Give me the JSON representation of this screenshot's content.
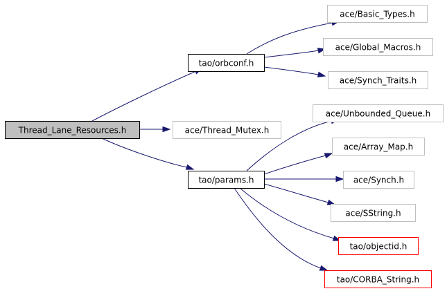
{
  "diagram": {
    "title": "",
    "colors": {
      "edge": "#191970",
      "root_fill": "#bfbfbf",
      "default_border": "#000000",
      "external_border": "#bfbfbf",
      "missing_border": "#ff0000",
      "node_fill": "#ffffff",
      "text": "#000000"
    },
    "nodes": [
      {
        "id": "thread_lane_resources",
        "label": "Thread_Lane_Resources.h",
        "style": "root"
      },
      {
        "id": "orbconf",
        "label": "tao/orbconf.h",
        "style": "default"
      },
      {
        "id": "thread_mutex",
        "label": "ace/Thread_Mutex.h",
        "style": "external"
      },
      {
        "id": "params",
        "label": "tao/params.h",
        "style": "default"
      },
      {
        "id": "basic_types",
        "label": "ace/Basic_Types.h",
        "style": "external"
      },
      {
        "id": "global_macros",
        "label": "ace/Global_Macros.h",
        "style": "external"
      },
      {
        "id": "synch_traits",
        "label": "ace/Synch_Traits.h",
        "style": "external"
      },
      {
        "id": "unbounded_queue",
        "label": "ace/Unbounded_Queue.h",
        "style": "external"
      },
      {
        "id": "array_map",
        "label": "ace/Array_Map.h",
        "style": "external"
      },
      {
        "id": "synch",
        "label": "ace/Synch.h",
        "style": "external"
      },
      {
        "id": "sstring",
        "label": "ace/SString.h",
        "style": "external"
      },
      {
        "id": "objectid",
        "label": "tao/objectid.h",
        "style": "missing"
      },
      {
        "id": "corba_string",
        "label": "tao/CORBA_String.h",
        "style": "missing"
      }
    ],
    "edges": [
      {
        "from": "thread_lane_resources",
        "to": "orbconf"
      },
      {
        "from": "thread_lane_resources",
        "to": "thread_mutex"
      },
      {
        "from": "thread_lane_resources",
        "to": "params"
      },
      {
        "from": "orbconf",
        "to": "basic_types"
      },
      {
        "from": "orbconf",
        "to": "global_macros"
      },
      {
        "from": "orbconf",
        "to": "synch_traits"
      },
      {
        "from": "params",
        "to": "unbounded_queue"
      },
      {
        "from": "params",
        "to": "array_map"
      },
      {
        "from": "params",
        "to": "synch"
      },
      {
        "from": "params",
        "to": "sstring"
      },
      {
        "from": "params",
        "to": "objectid"
      },
      {
        "from": "params",
        "to": "corba_string"
      }
    ]
  }
}
